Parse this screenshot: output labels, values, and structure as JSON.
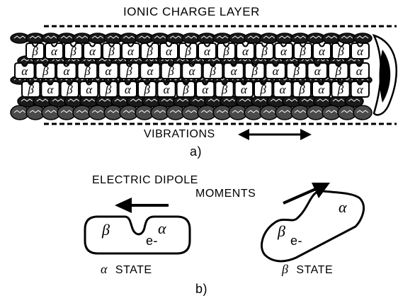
{
  "panel_a": {
    "top_label": "IONIC CHARGE LAYER",
    "vibration_label": "VIBRATIONS",
    "caption": "a)",
    "subunit_alpha": "α",
    "subunit_beta": "β",
    "rows": [
      [
        "β",
        "α",
        "β",
        "α",
        "β",
        "α",
        "β",
        "α",
        "β",
        "α",
        "β",
        "α",
        "β",
        "α",
        "β",
        "α",
        "β",
        "α"
      ],
      [
        "α",
        "β",
        "α",
        "β",
        "α",
        "β",
        "α",
        "β",
        "α",
        "β",
        "α",
        "β",
        "α",
        "β",
        "α",
        "β",
        "α"
      ],
      [
        "β",
        "α",
        "β",
        "α",
        "β",
        "α",
        "β",
        "α",
        "β",
        "α",
        "β",
        "α",
        "β",
        "α",
        "β",
        "α",
        "β",
        "α"
      ]
    ]
  },
  "panel_b": {
    "dipole_label_line1": "ELECTRIC DIPOLE",
    "dipole_label_line2": "MOMENTS",
    "caption": "b)",
    "alpha_state": {
      "beta": "β",
      "alpha": "α",
      "electron": "e-",
      "state_symbol": "α",
      "state_word": "STATE"
    },
    "beta_state": {
      "beta": "β",
      "alpha": "α",
      "electron": "e-",
      "state_symbol": "β",
      "state_word": "STATE"
    }
  }
}
